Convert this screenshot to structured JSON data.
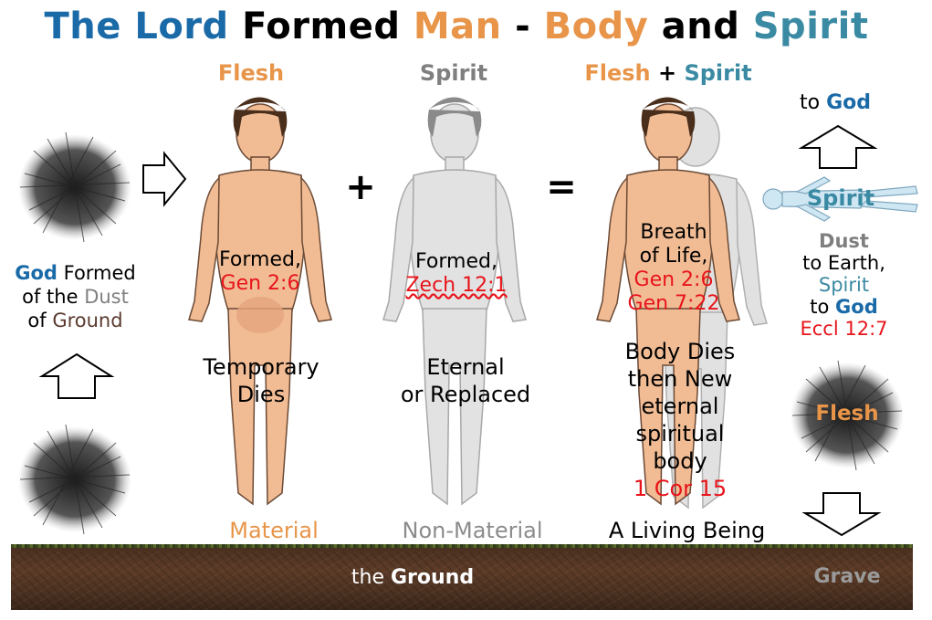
{
  "title": {
    "part1": "The Lord",
    "part2": " Formed ",
    "part3": "Man",
    "part4": " - ",
    "part5": "Body",
    "part6": " and ",
    "part7": "Spirit"
  },
  "colors": {
    "blue": "#1a6aa8",
    "orange": "#e8954a",
    "gray": "#7f7f7f",
    "teal": "#3b8aa3",
    "red": "#e8141b",
    "brown": "#5a3a2e",
    "skin": "#f1bc94",
    "ghost": "#dcdcdc"
  },
  "icons": [
    "right-arrow-icon",
    "up-arrow-icon",
    "down-arrow-icon",
    "plus-sign",
    "equals-sign"
  ],
  "left": {
    "god": "God",
    "formed": " Formed",
    "of_the": "of the ",
    "dust": "Dust",
    "of": "of ",
    "ground": "Ground"
  },
  "col_flesh": {
    "heading": "Flesh",
    "formed": "Formed,",
    "ref": "Gen 2:6",
    "line1": "Temporary",
    "line2": "Dies",
    "footer": "Material"
  },
  "col_spirit": {
    "heading": "Spirit",
    "formed": "Formed,",
    "ref": "Zech 12:1",
    "line1": "Eternal",
    "line2": "or Replaced",
    "footer": "Non-Material"
  },
  "col_both": {
    "heading_flesh": "Flesh",
    "heading_plus": " + ",
    "heading_spirit": "Spirit",
    "breath1": "Breath",
    "breath2": "of Life,",
    "ref1": "Gen 2:6",
    "ref2": "Gen 7:22",
    "body1": "Body Dies",
    "body2": "then New",
    "body3": "eternal",
    "body4": "spiritual",
    "body5": "body",
    "ref3": "1 Cor 15",
    "footer": "A Living Being"
  },
  "right": {
    "to": "to ",
    "god": "God",
    "spirit": "Spirit",
    "dust": "Dust",
    "to_earth": "to Earth,",
    "spirit2": "Spirit",
    "to2": "to ",
    "god2": "God",
    "ref": "Eccl 12:7",
    "flesh": "Flesh",
    "grave": "Grave"
  },
  "ground": {
    "the": "the ",
    "label": "Ground"
  }
}
